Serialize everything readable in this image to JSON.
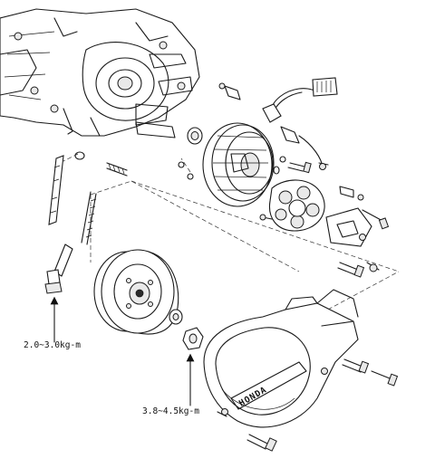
{
  "callouts": {
    "upper_torque": "2.0~3.0kg-m",
    "lower_torque": "3.8~4.5kg-m"
  },
  "cover_brand": "HONDA"
}
